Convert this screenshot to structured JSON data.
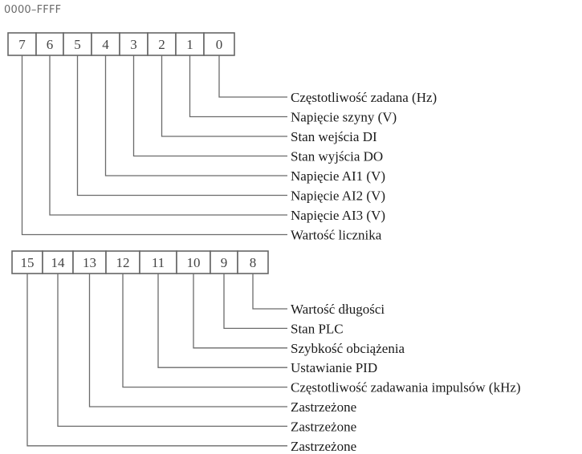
{
  "range_label": "0000–FFFF",
  "line_color": "#6b6b6b",
  "groups": [
    {
      "bits": [
        "7",
        "6",
        "5",
        "4",
        "3",
        "2",
        "1",
        "0"
      ],
      "descriptions": [
        {
          "bit": "0",
          "text": "Częstotliwość zadana (Hz)"
        },
        {
          "bit": "1",
          "text": "Napięcie szyny (V)"
        },
        {
          "bit": "2",
          "text": "Stan wejścia DI"
        },
        {
          "bit": "3",
          "text": "Stan wyjścia DO"
        },
        {
          "bit": "4",
          "text": "Napięcie AI1 (V)"
        },
        {
          "bit": "5",
          "text": "Napięcie AI2 (V)"
        },
        {
          "bit": "6",
          "text": "Napięcie AI3 (V)"
        },
        {
          "bit": "7",
          "text": "Wartość licznika"
        }
      ]
    },
    {
      "bits": [
        "15",
        "14",
        "13",
        "12",
        "11",
        "10",
        "9",
        "8"
      ],
      "descriptions": [
        {
          "bit": "8",
          "text": "Wartość długości"
        },
        {
          "bit": "9",
          "text": "Stan PLC"
        },
        {
          "bit": "10",
          "text": "Szybkość obciążenia"
        },
        {
          "bit": "11",
          "text": "Ustawianie PID"
        },
        {
          "bit": "12",
          "text": "Częstotliwość zadawania impulsów (kHz)"
        },
        {
          "bit": "13",
          "text": "Zastrzeżone"
        },
        {
          "bit": "14",
          "text": "Zastrzeżone"
        },
        {
          "bit": "15",
          "text": "Zastrzeżone"
        }
      ]
    }
  ]
}
